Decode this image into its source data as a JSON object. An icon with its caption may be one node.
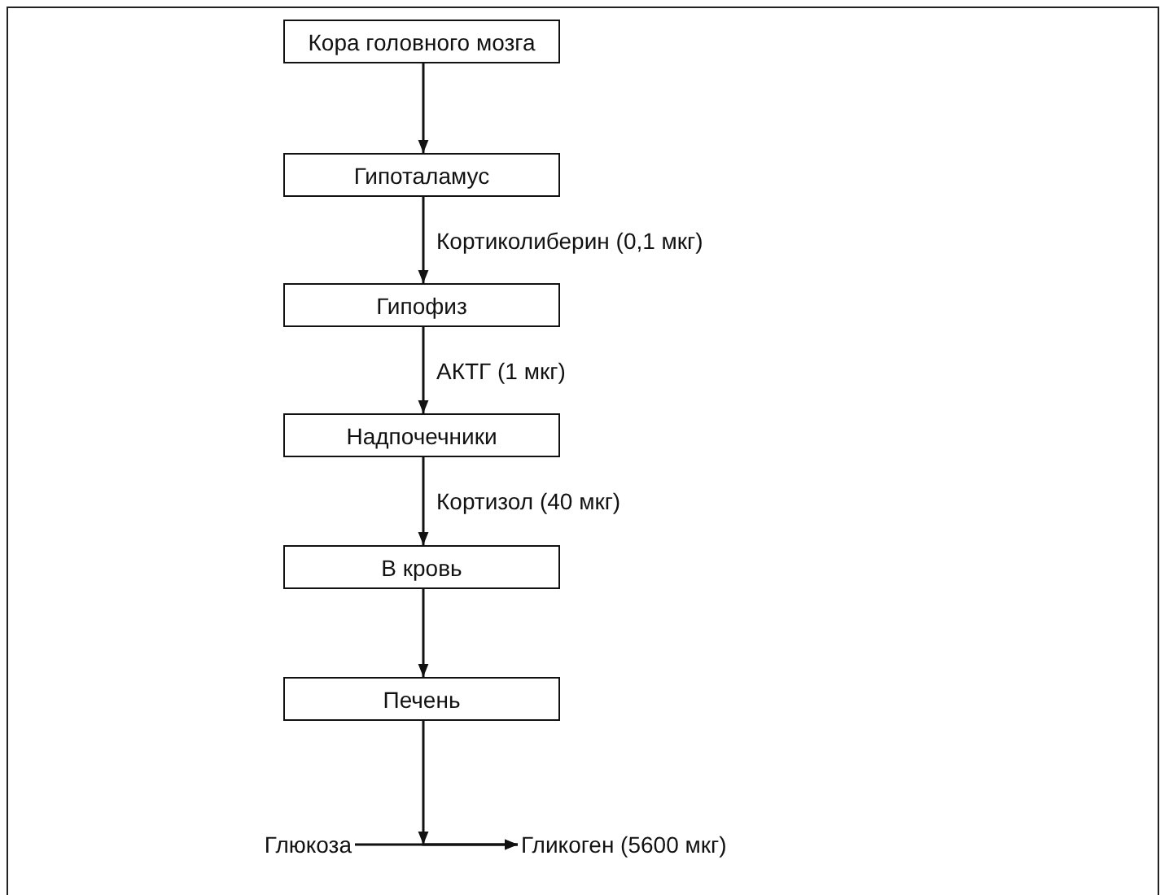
{
  "diagram": {
    "nodes": [
      {
        "text": [
          "Кора головного мозга"
        ]
      },
      {
        "text": [
          "Гипоталамус"
        ]
      },
      {
        "text": [
          "Гипофиз"
        ]
      },
      {
        "text": [
          "Надпочечники"
        ]
      },
      {
        "text": [
          "В кровь"
        ]
      },
      {
        "text": [
          "Печень"
        ]
      },
      {
        "text": [
          "Глюкоза"
        ]
      },
      {
        "text": [
          "Гликоген (5600 мкг)"
        ]
      }
    ],
    "edges": [
      {
        "from": 0,
        "to": 1,
        "arrow": "to"
      },
      {
        "from": 1,
        "to": 2,
        "arrow": "to",
        "label": "Кортиколиберин (0,1 мкг)"
      },
      {
        "from": 2,
        "to": 3,
        "arrow": "to",
        "label": "АКТГ (1 мкг)"
      },
      {
        "from": 3,
        "to": 4,
        "arrow": "to",
        "label": "Кортизол (40 мкг)"
      },
      {
        "from": 4,
        "to": 5,
        "arrow": "to"
      },
      {
        "from": 5,
        "to": 7,
        "arrow": "to"
      },
      {
        "from": 6,
        "to": 7,
        "arrow": "to"
      }
    ]
  }
}
